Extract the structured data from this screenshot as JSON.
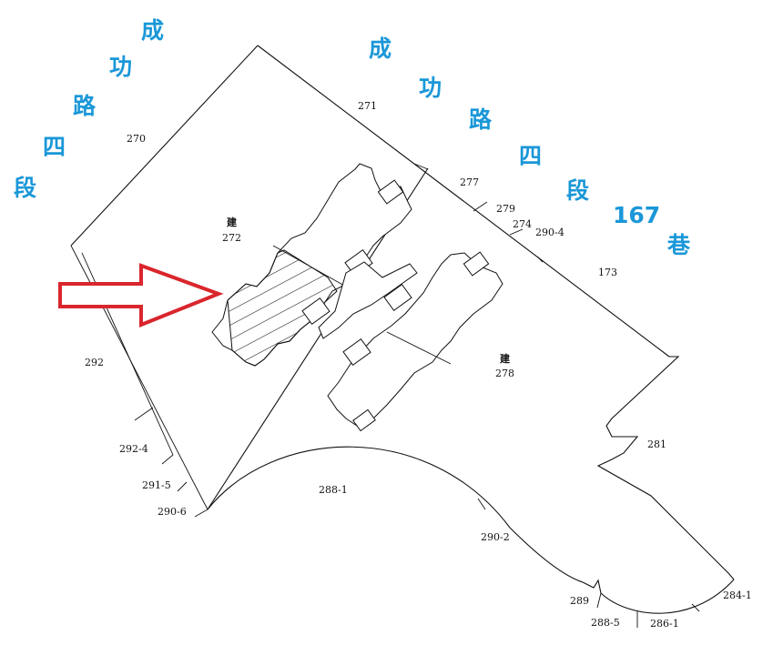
{
  "road_labels": {
    "left": [
      "成",
      "功",
      "路",
      "四",
      "段"
    ],
    "right": [
      "成",
      "功",
      "路",
      "四",
      "段"
    ],
    "lane_number": "167",
    "lane_char": "巷"
  },
  "building_labels": {
    "prefix": "建",
    "lot_272": "272",
    "lot_278": "278"
  },
  "lot_numbers": {
    "l270": "270",
    "l271": "271",
    "l277": "277",
    "l279": "279",
    "l274": "274",
    "l290_4": "290-4",
    "l173": "173",
    "l292": "292",
    "l292_4": "292-4",
    "l291_5": "291-5",
    "l290_6": "290-6",
    "l288_1": "288-1",
    "l281": "281",
    "l290_2": "290-2",
    "l289": "289",
    "l288_5": "288-5",
    "l286_1": "286-1",
    "l284_1": "284-1"
  },
  "colors": {
    "road_label": "#1a97d8",
    "arrow": "#d9262c",
    "line": "#111111"
  }
}
